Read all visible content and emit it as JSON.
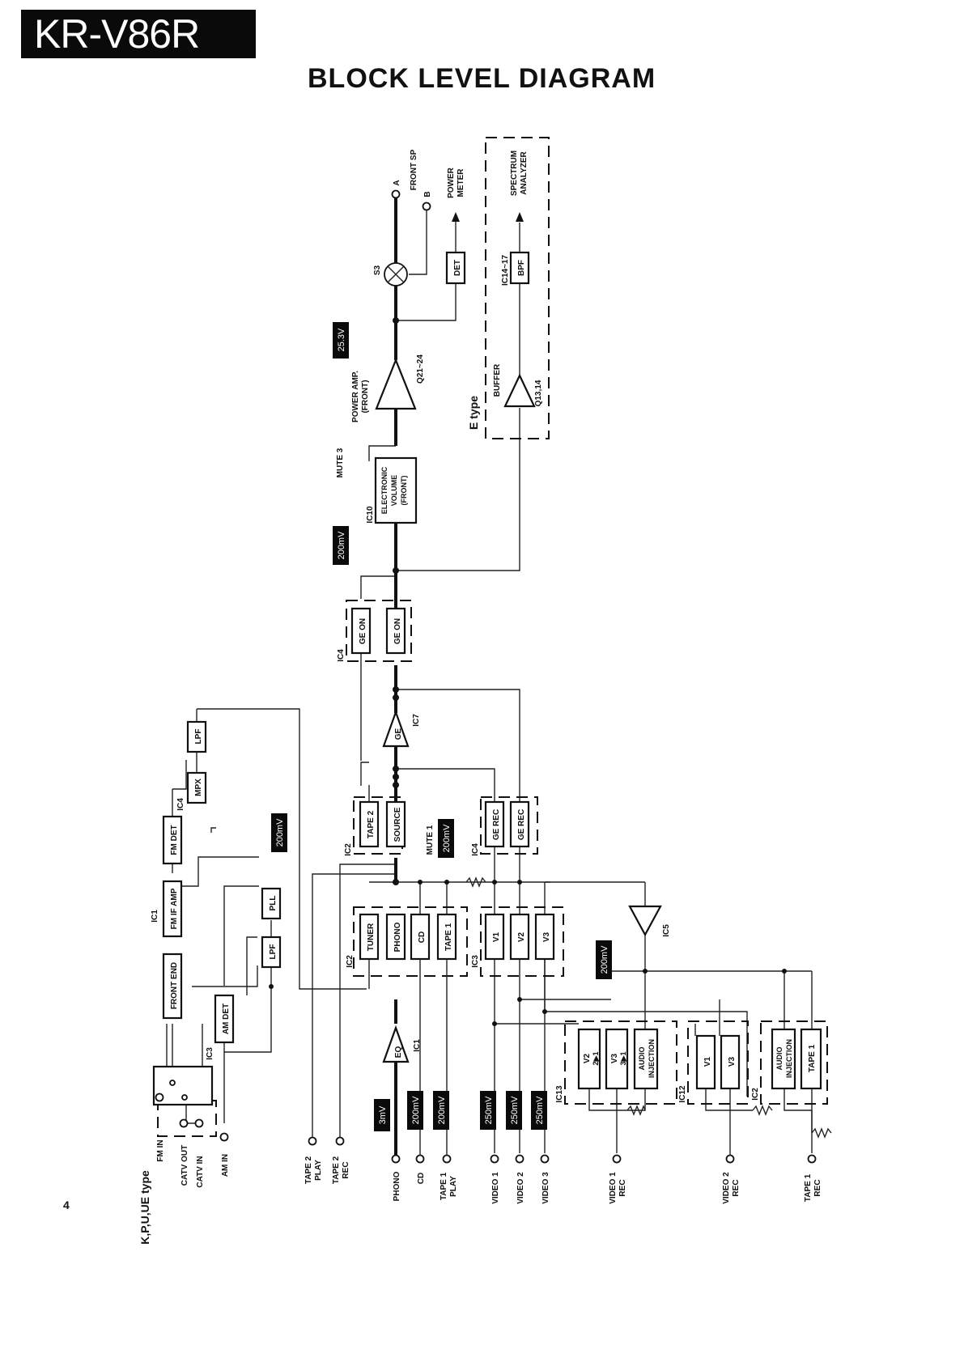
{
  "header": {
    "model": "KR-V86R",
    "title": "BLOCK LEVEL DIAGRAM"
  },
  "page_number": "4",
  "diagram": {
    "region_note": "K,P,U,UE type",
    "region_e": "E type",
    "blocks": {
      "front_end": "FRONT END",
      "fm_if_amp": "FM IF AMP",
      "fm_det": "FM DET",
      "mpx": "MPX",
      "lpf_top": "LPF",
      "pll": "PLL",
      "lpf_mid": "LPF",
      "am_det": "AM DET",
      "eq": "EQ",
      "tuner": "TUNER",
      "phono": "PHONO",
      "cd": "CD",
      "tape1": "TAPE 1",
      "v1": "V1",
      "v2": "V2",
      "v3": "V3",
      "tape2": "TAPE 2",
      "source": "SOURCE",
      "ge_rec_a": "GE REC",
      "ge_rec_b": "GE REC",
      "ge": "GE",
      "ge_on_a": "GE ON",
      "ge_on_b": "GE ON",
      "evol_1": "ELECTRONIC",
      "evol_2": "VOLUME",
      "evol_3": "(FRONT)",
      "det": "DET",
      "bpf": "BPF",
      "ic13_v2": "V2",
      "ic13_v2b": "2▶1",
      "ic13_v3": "V3",
      "ic13_v3b": "3▶1",
      "ai_1": "AUDIO",
      "ai_2": "INJECTION",
      "ic12_v1": "V1",
      "ic12_v3": "V3",
      "ai2_1": "AUDIO",
      "ai2_2": "INJECTION",
      "tape1_rec": "TAPE 1"
    },
    "ic_labels": {
      "ic1_top": "IC1",
      "ic4_mpx": "IC4",
      "ic3": "IC3",
      "ic1_eq": "IC1",
      "ic2_in": "IC2",
      "ic3_in": "IC3",
      "ic2_src": "IC2",
      "ic4_rec": "IC4",
      "ic7": "IC7",
      "ic4_on": "IC4",
      "ic10": "IC10",
      "ic5": "IC5",
      "ic13": "IC13",
      "ic12": "IC12",
      "ic2_out": "IC2",
      "ic14_17": "IC14~17",
      "q21_24": "Q21~24",
      "q13_14": "Q13,14",
      "s3": "S3"
    },
    "amp_labels": {
      "power_amp_1": "POWER AMP.",
      "power_amp_2": "(FRONT)",
      "buffer": "BUFFER",
      "mute1": "MUTE 1",
      "mute3": "MUTE 3"
    },
    "outputs": {
      "front_sp": "FRONT SP",
      "a": "A",
      "b": "B",
      "power_meter_1": "POWER",
      "power_meter_2": "METER",
      "spectrum_1": "SPECTRUM",
      "spectrum_2": "ANALYZER"
    },
    "levels": {
      "ge_in": "200mV",
      "vol_in": "200mV",
      "pwr_out": "25.3V",
      "src_out": "200mV",
      "ic5_out": "200mV",
      "phono": "3mV",
      "eq_out": "200mV",
      "cd": "200mV",
      "tape1": "200mV",
      "video1": "250mV",
      "video2": "250mV",
      "video3": "250mV"
    },
    "terminals": {
      "fm_in": "FM IN",
      "catv_out": "CATV OUT",
      "catv_in": "CATV IN",
      "am_in": "AM IN",
      "tape2_play_1": "TAPE 2",
      "tape2_play_2": "PLAY",
      "tape2_rec_1": "TAPE 2",
      "tape2_rec_2": "REC",
      "phono": "PHONO",
      "cd": "CD",
      "tape1_play_1": "TAPE 1",
      "tape1_play_2": "PLAY",
      "video1": "VIDEO 1",
      "video2": "VIDEO 2",
      "video3": "VIDEO 3",
      "video1_rec_1": "VIDEO 1",
      "video1_rec_2": "REC",
      "video2_rec_1": "VIDEO 2",
      "video2_rec_2": "REC",
      "tape1_rec_1": "TAPE 1",
      "tape1_rec_2": "REC"
    }
  }
}
